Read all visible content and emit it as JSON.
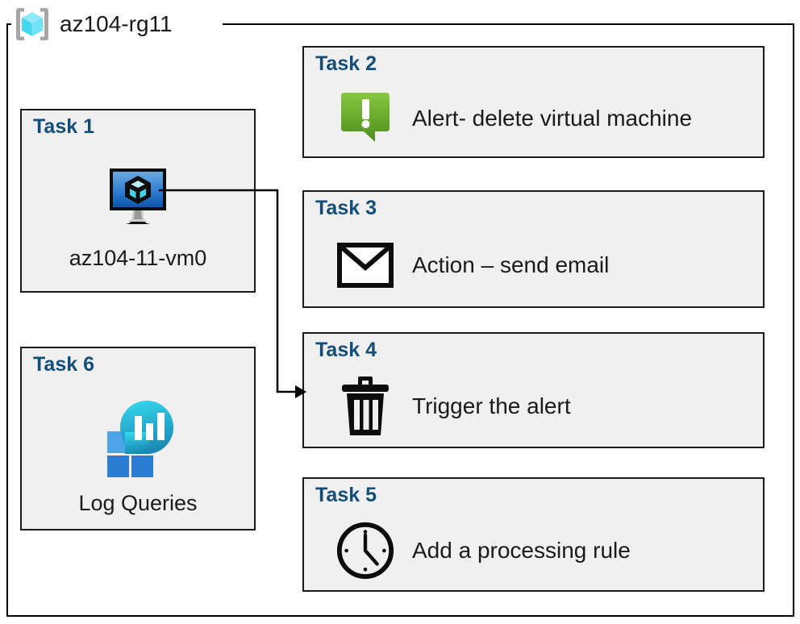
{
  "resource_group": {
    "label": "az104-rg11",
    "icon": "resource-group-cube-icon",
    "border_color": "#000000"
  },
  "colors": {
    "task_title": "#124e78",
    "card_fill": "#f0f0f0",
    "card_border": "#1a1a1a",
    "alert_green_light": "#7dc242",
    "alert_green_dark": "#4e8c1c",
    "vm_blue_light": "#5b9bd5",
    "vm_blue_dark": "#0f5bb5",
    "log_cyan": "#2ecfe6",
    "log_teal": "#1a8fb8",
    "log_blue_light": "#4da3e8",
    "log_blue": "#2a7fd4",
    "rg_cube_cyan": "#7ee8f7",
    "rg_bracket_gray": "#a6a6a6",
    "connector": "#000000"
  },
  "tasks": [
    {
      "id": "task-1",
      "title": "Task 1",
      "caption": "az104-11-vm0",
      "icon": "virtual-machine-icon",
      "column": "left"
    },
    {
      "id": "task-2",
      "title": "Task 2",
      "caption": "Alert- delete virtual machine",
      "icon": "alert-exclamation-icon",
      "column": "right"
    },
    {
      "id": "task-3",
      "title": "Task 3",
      "caption": "Action – send email",
      "icon": "envelope-icon",
      "column": "right"
    },
    {
      "id": "task-4",
      "title": "Task 4",
      "caption": "Trigger the alert",
      "icon": "trash-delete-icon",
      "column": "right"
    },
    {
      "id": "task-5",
      "title": "Task 5",
      "caption": "Add a processing rule",
      "icon": "clock-icon",
      "column": "right"
    },
    {
      "id": "task-6",
      "title": "Task 6",
      "caption": "Log Queries",
      "icon": "log-analytics-icon",
      "column": "left"
    }
  ],
  "connector": {
    "from": "task-1-vm-icon",
    "to": "task-4-card",
    "style": "orthogonal-arrow"
  }
}
